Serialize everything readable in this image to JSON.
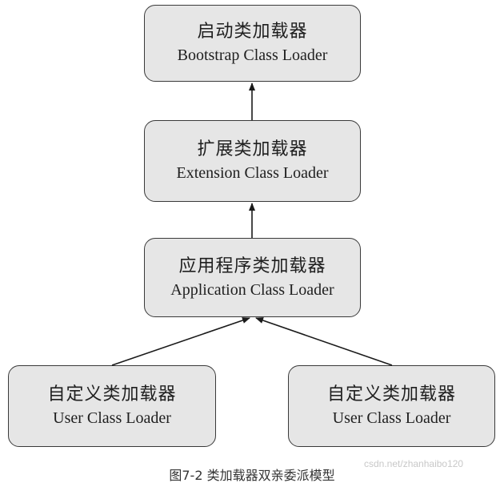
{
  "nodes": {
    "bootstrap": {
      "zh": "启动类加载器",
      "en": "Bootstrap Class Loader"
    },
    "extension": {
      "zh": "扩展类加载器",
      "en": "Extension Class Loader"
    },
    "application": {
      "zh": "应用程序类加载器",
      "en": "Application Class Loader"
    },
    "user_left": {
      "zh": "自定义类加载器",
      "en": "User Class Loader"
    },
    "user_right": {
      "zh": "自定义类加载器",
      "en": "User Class Loader"
    }
  },
  "caption": "图7-2 类加载器双亲委派模型",
  "watermark": "csdn.net/zhanhaibo120",
  "colors": {
    "node_fill": "#e6e6e6",
    "node_border": "#3a3a3a",
    "arrow": "#1a1a1a"
  }
}
